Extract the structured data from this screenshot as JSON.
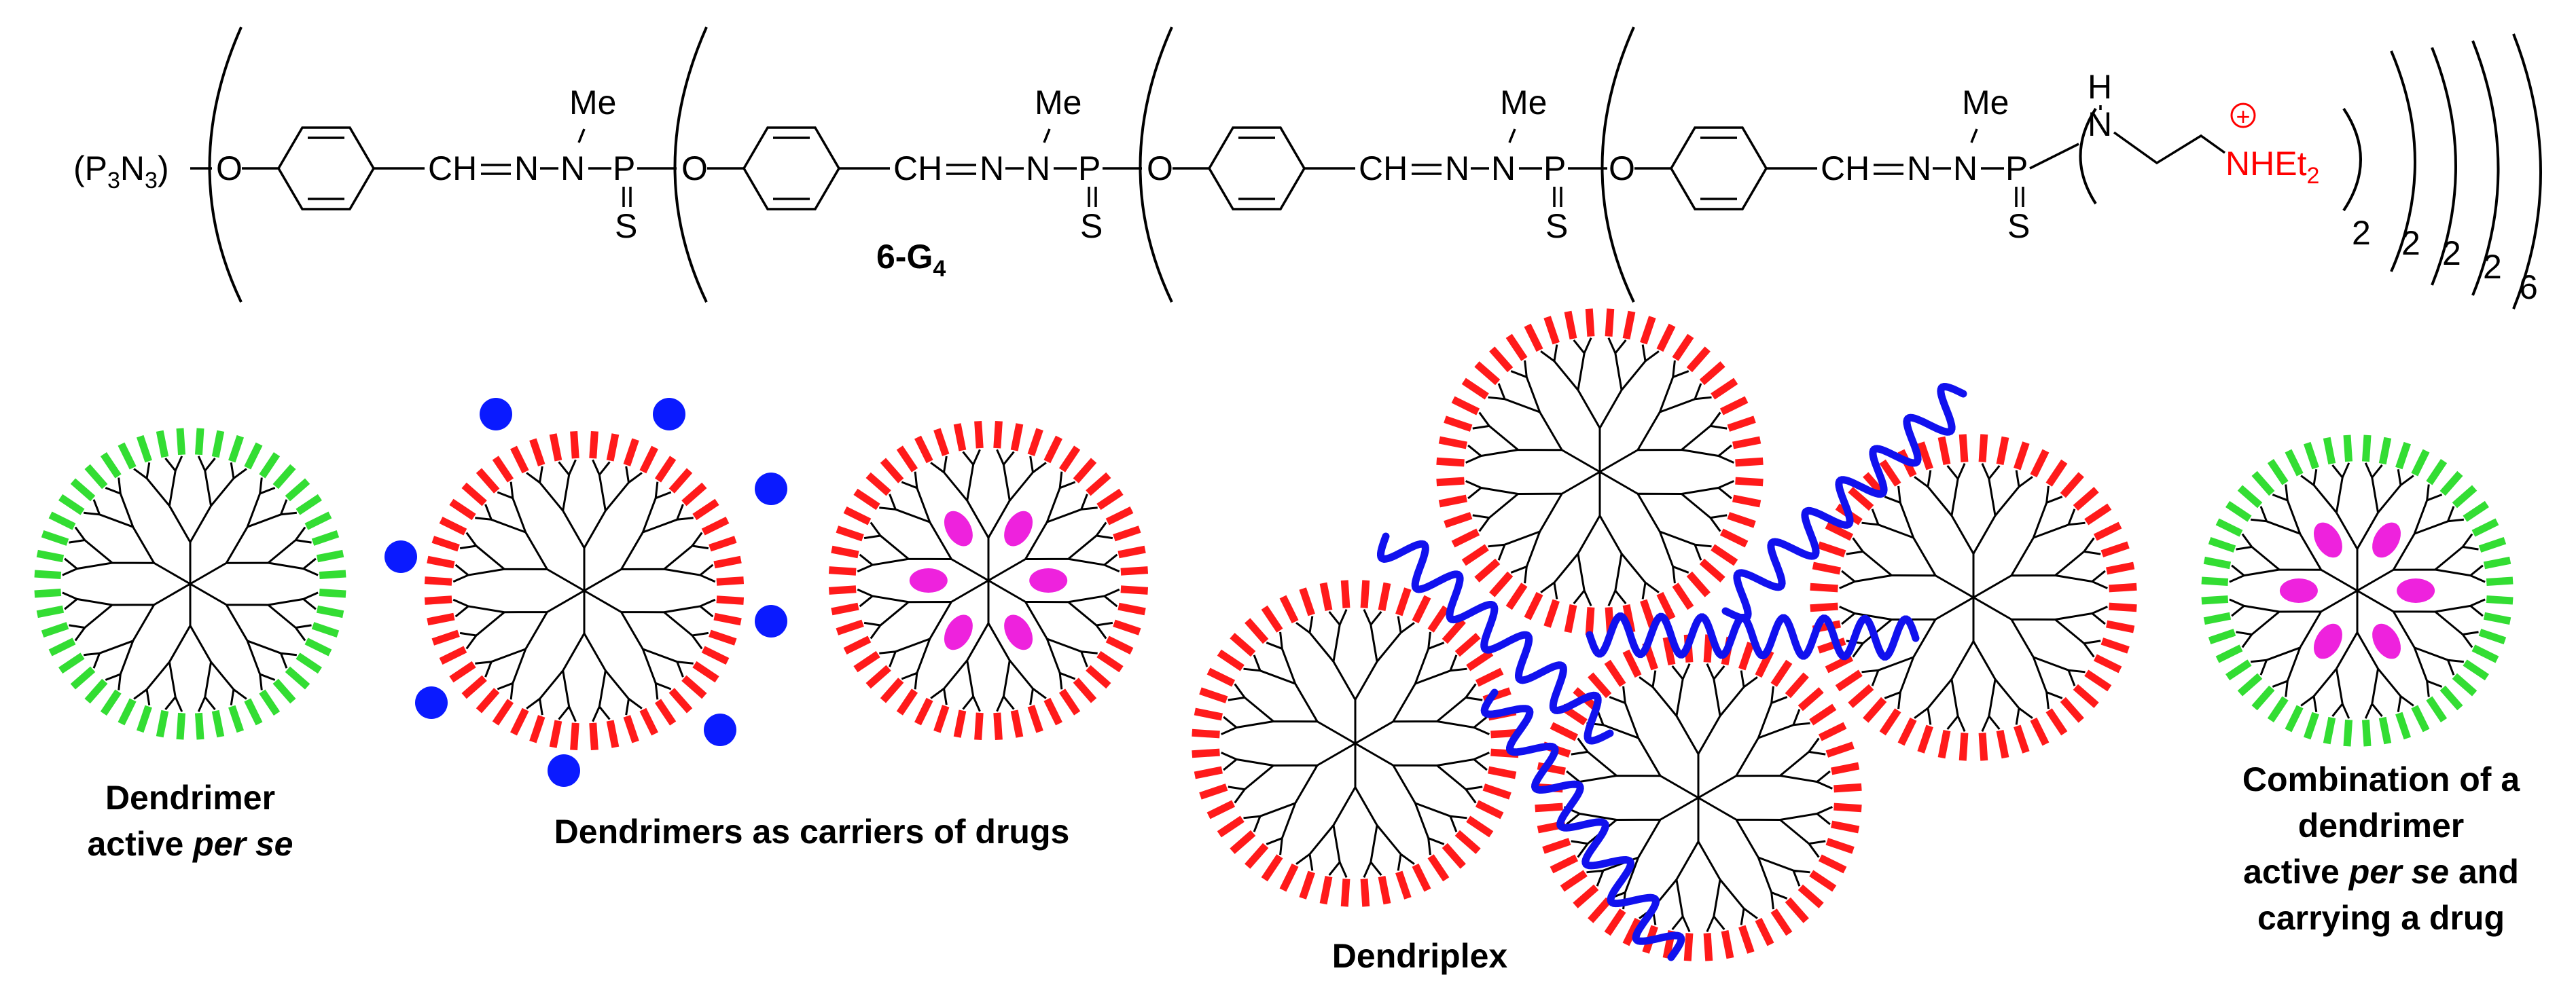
{
  "formula": {
    "core": "(P3N3)",
    "core_parts": [
      "(P",
      "3",
      "N",
      "3",
      ")"
    ],
    "atom_O": "O",
    "atom_CH": "CH",
    "atom_N": "N",
    "atom_P": "P",
    "atom_S": "S",
    "methyl": "Me",
    "amine_N": "N",
    "amine_H": "H",
    "terminal_group": "NHEt2",
    "terminal_parts": [
      "NHEt",
      "2"
    ],
    "charge": "+",
    "repeat_counts": [
      "2",
      "2",
      "2",
      "2"
    ],
    "core_count": "6",
    "name": "6-G4",
    "name_parts": [
      "6-G",
      "4"
    ]
  },
  "labels": {
    "active_line1": "Dendrimer",
    "active_line2_a": "active ",
    "active_line2_b": "per se",
    "carriers": "Dendrimers as carriers of drugs",
    "dendriplex": "Dendriplex",
    "combo_line1": "Combination of a",
    "combo_line2": "dendrimer",
    "combo_line3_a": "active ",
    "combo_line3_b": "per se",
    "combo_line3_c": " and",
    "combo_line4": "carrying a drug"
  },
  "colors": {
    "green_surface": "#33dd33",
    "red_surface": "#ff1a1a",
    "drug_blue": "#0a1aff",
    "drug_magenta": "#ee22dd",
    "dna_blue": "#1111ee",
    "text": "#000000",
    "charge_red": "#ff0000"
  },
  "icons": {
    "surface_tick": "surface-group-tick",
    "drug_dot": "drug-molecule-dot",
    "drug_ellipse": "encapsulated-drug-ellipse",
    "dna_strand": "dna-wave-strand"
  }
}
